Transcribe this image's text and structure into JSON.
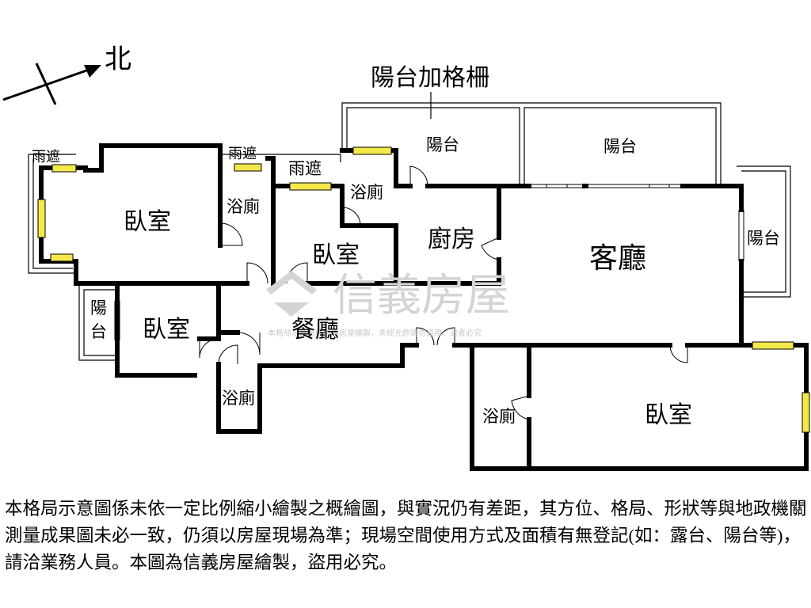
{
  "compass": {
    "label": "北"
  },
  "callout": {
    "balcony_grille": "陽台加格柵"
  },
  "rooms": {
    "balcony_top_left": "陽台",
    "balcony_top_right": "陽台",
    "balcony_right": "陽台",
    "balcony_left": "陽\n台",
    "canopy_1": "雨遮",
    "canopy_2": "雨遮",
    "canopy_3": "雨遮",
    "bedroom_nw": "臥室",
    "bath_1": "浴廁",
    "bath_2": "浴廁",
    "bedroom_mid": "臥室",
    "kitchen": "廚房",
    "living": "客廳",
    "bedroom_sw": "臥室",
    "dining": "餐廳",
    "bath_3": "浴廁",
    "bath_4": "浴廁",
    "bedroom_se": "臥室"
  },
  "watermark": {
    "brand": "信義房屋",
    "note": "本格局示意圖係信義房屋繪製，未經允許請勿盜用，違者必究"
  },
  "disclaimer": "本格局示意圖係未依一定比例縮小繪製之概繪圖，與實況仍有差距，其方位、格局、形狀等與地政機關測量成果圖未必一致，仍須以房屋現場為準；現場空間使用方式及面積有無登記(如：露台、陽台等)，請洽業務人員。本圖為信義房屋繪製，盜用必究。",
  "colors": {
    "window": "#f3e84a",
    "wall": "#000000",
    "watermark": "#d4d4d4"
  }
}
